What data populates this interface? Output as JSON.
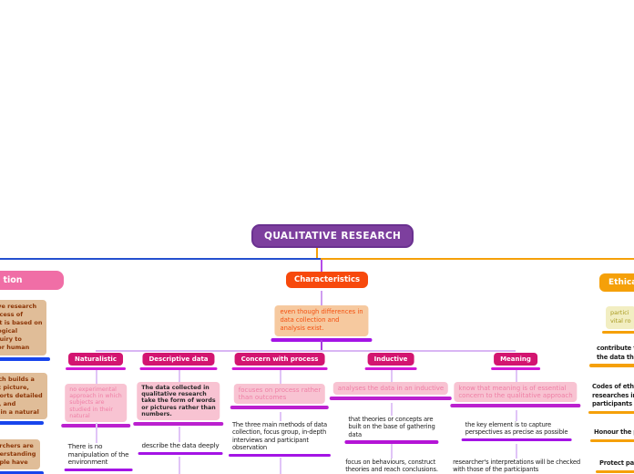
{
  "colors": {
    "root_purple": "#7d3f9e",
    "root_border": "#6a3190",
    "definition_pink": "#f06ea6",
    "characteristics_red": "#f7490c",
    "ethical_orange": "#f5a009",
    "node_magenta": "#d31570",
    "line_blue": "#2450cf",
    "underline_purple": "#a414e5",
    "underline_magenta": "#d019d6",
    "underline_pink_box": "#bb20cf",
    "underline_blue": "#1845ec",
    "connector_lavender": "#d9b6f4"
  },
  "root": {
    "label": "QUALITATIVE RESEARCH"
  },
  "definition": {
    "label": "tion",
    "notes": [
      "ive research\nocess of\nat is based on\nlogical\nquiry to\n or human",
      "rch builds a\nic picture,\nports detailed\ns, and\nr in a natural",
      "archers are\nderstanding\nople have"
    ]
  },
  "characteristics": {
    "label": "Characteristics",
    "note": "even though differences in\ndata collection and\nanalysis exist.",
    "columns": [
      {
        "label": "Naturalistic",
        "note": "no experimental\napproach in which\nsubjects are\nstudied in their\nnatural",
        "detail": "There is no\nmanipulation of the\nenvironment",
        "extra": ""
      },
      {
        "label": "Descriptive data",
        "note": "The data collected in\nqualitative research\ntake the form of words\nor pictures rather than\nnumbers.",
        "detail": "describe the data deeply",
        "extra": ""
      },
      {
        "label": "Concern with process",
        "note": "focuses on process rather\nthan outcomes",
        "detail": "The three main methods of data\ncollection, focus group, in-depth\ninterviews and participant\nobservation",
        "extra": ""
      },
      {
        "label": "Inductive",
        "note": "analyses the data in an inductive",
        "detail": "that theories or concepts are\nbuilt on the base of gathering\ndata",
        "extra": "focus on behaviours, construct\ntheories and reach conclusions."
      },
      {
        "label": "Meaning",
        "note": "know that meaning is of essential\nconcern to the qualitative approach",
        "detail": "the key element is to capture\nperspectives as precise as possible",
        "extra": "researcher's interpretations will be checked\nwith those of the participants"
      }
    ]
  },
  "ethical": {
    "label": "Ethical c",
    "note": "partici\nvital ro",
    "items": [
      "contribute to\nthe data the",
      "Codes of ethi\nresearches in\nparticipants",
      "Honour the p",
      "Protect part"
    ]
  }
}
